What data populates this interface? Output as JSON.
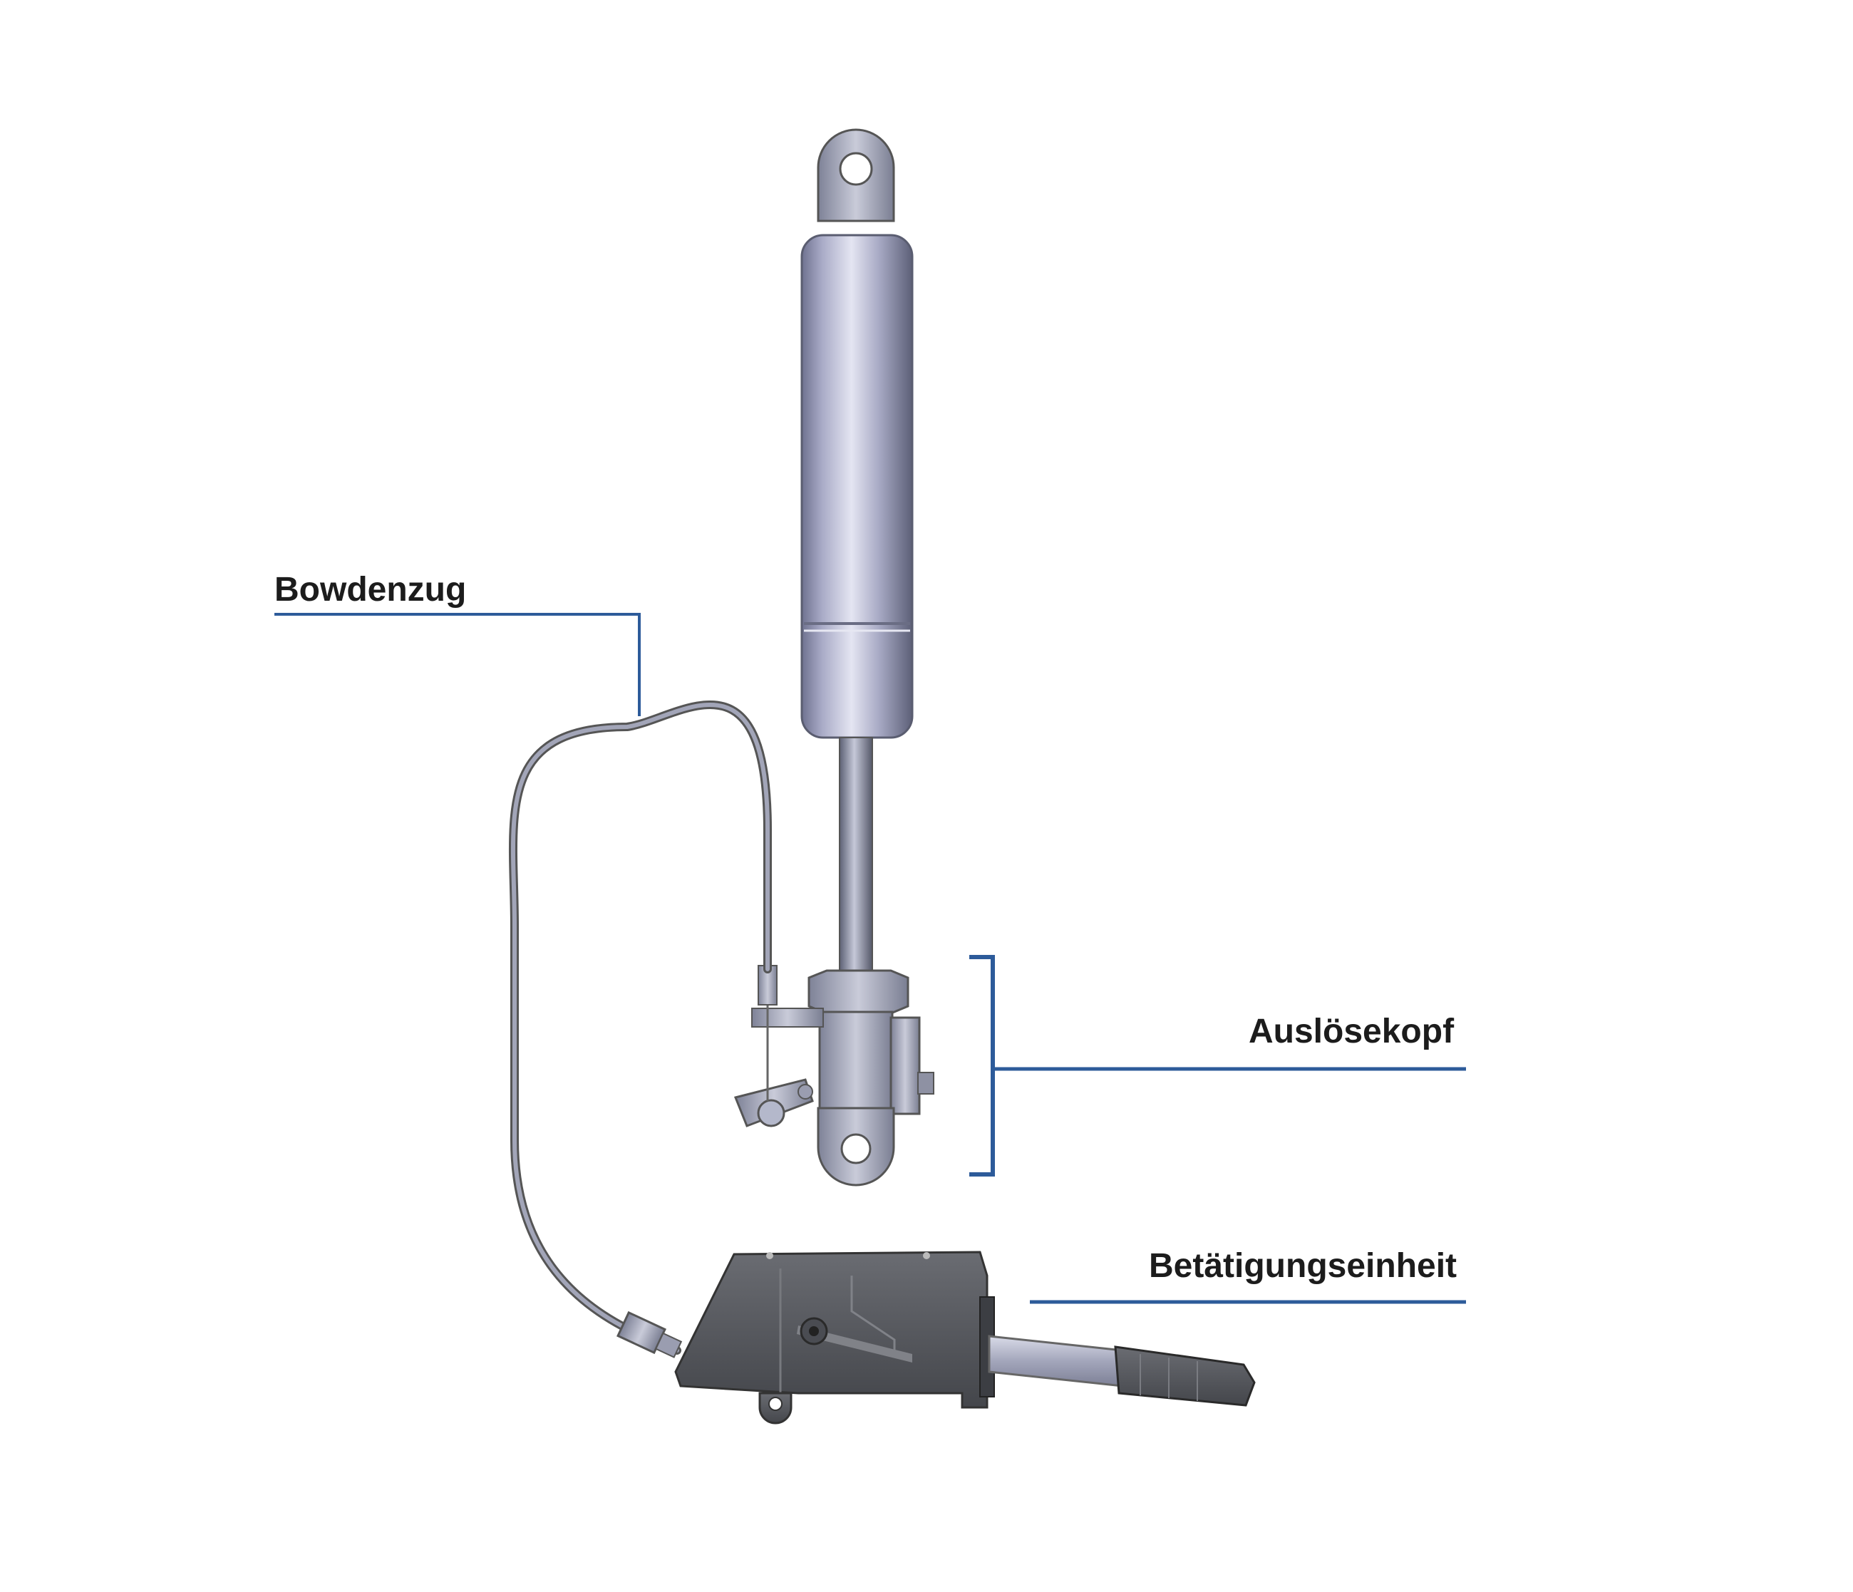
{
  "labels": {
    "bowden_cable": "Bowdenzug",
    "trigger_head": "Auslösekopf",
    "actuation_unit": "Betätigungseinheit"
  },
  "colors": {
    "leader_line": "#2d5b9a",
    "label_text": "#1c1c1c",
    "cylinder_body": "#a3a6c2",
    "housing": "#55575c"
  }
}
